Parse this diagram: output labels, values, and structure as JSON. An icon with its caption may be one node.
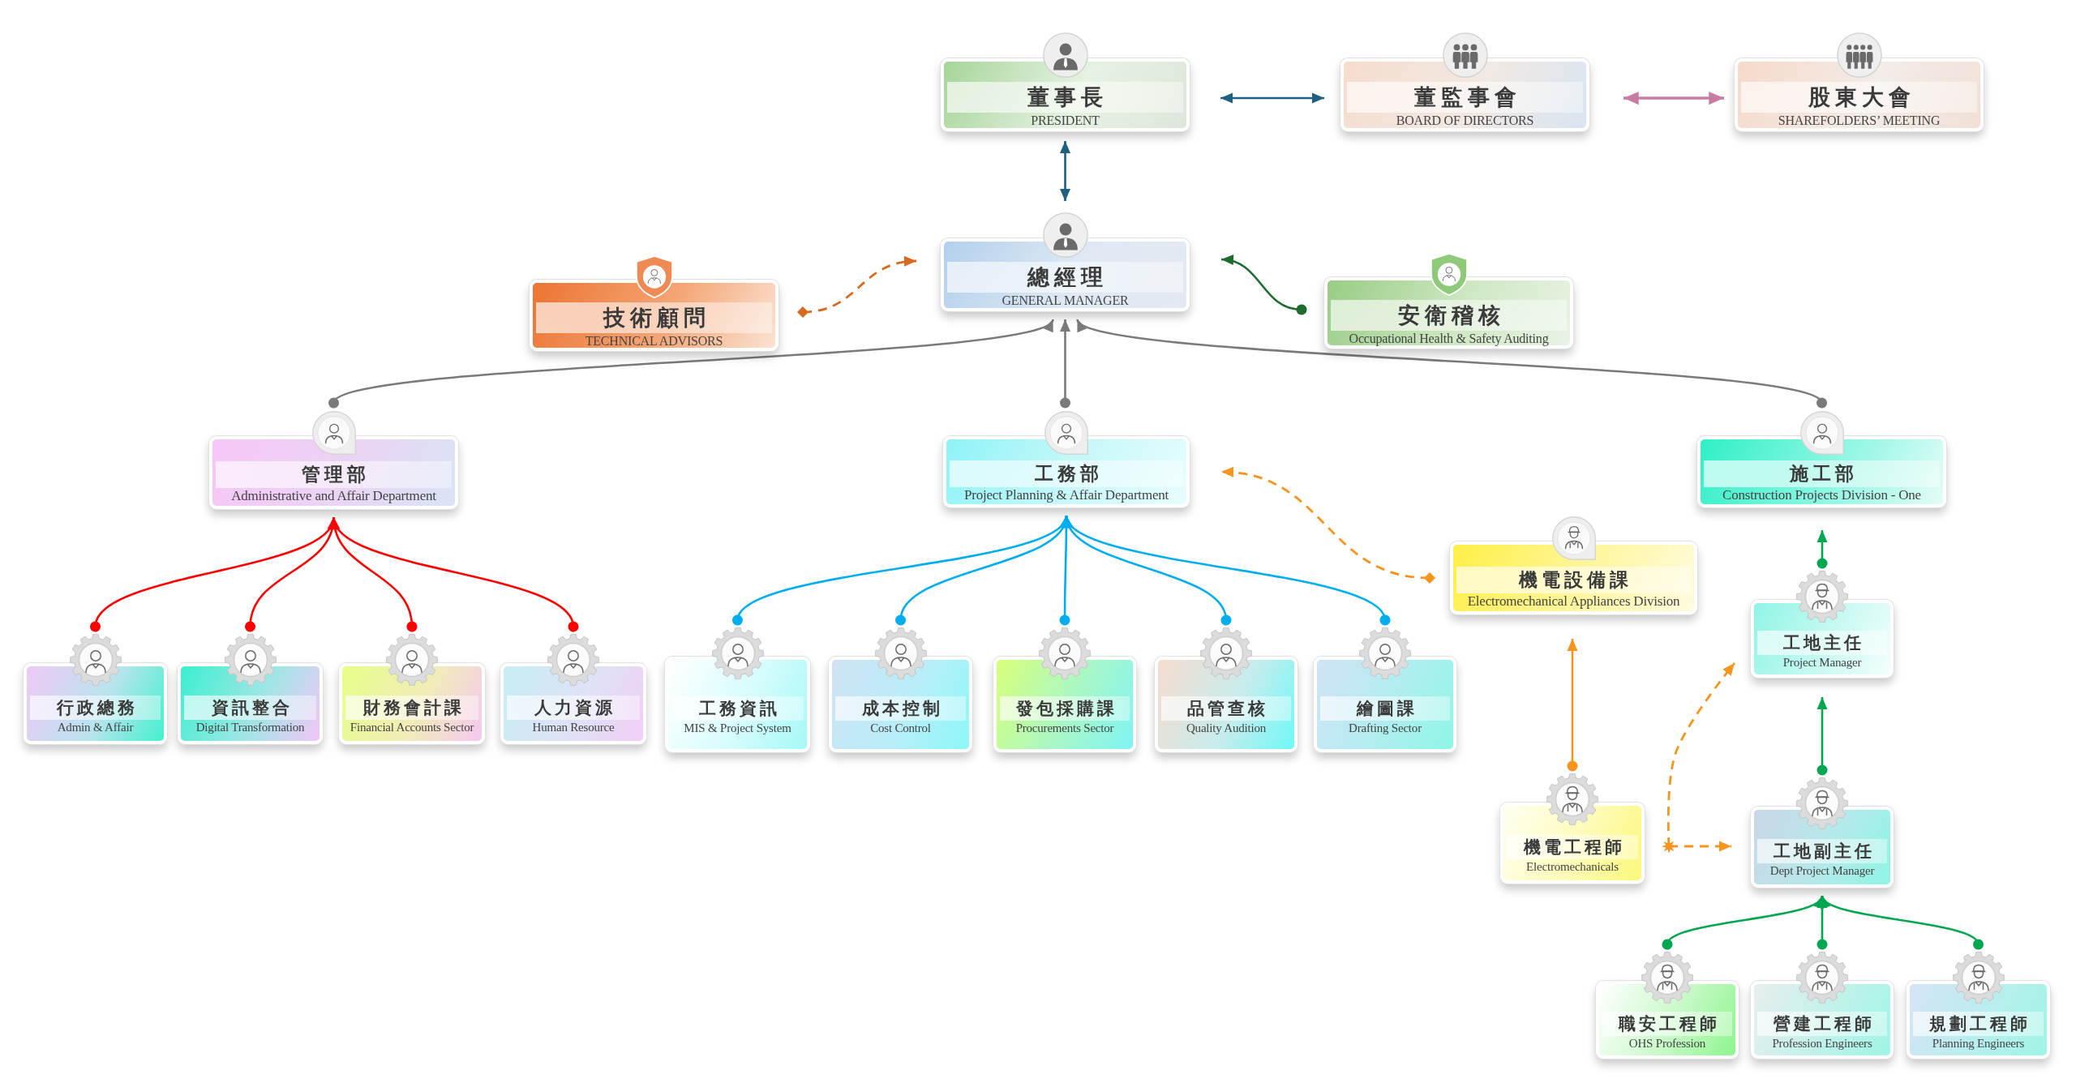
{
  "diagram": {
    "nodes": [
      {
        "text": [
          "董事長",
          "PRESIDENT"
        ]
      },
      {
        "text": [
          "董監事會",
          "BOARD OF DIRECTORS"
        ]
      },
      {
        "text": [
          "股東大會",
          "SHAREFOLDERS’ MEETING"
        ]
      },
      {
        "text": [
          "技術顧問",
          "TECHNICAL ADVISORS"
        ]
      },
      {
        "text": [
          "總經理",
          "GENERAL MANAGER"
        ]
      },
      {
        "text": [
          "安衛稽核",
          "Occupational Health & Safety Auditing"
        ]
      },
      {
        "text": [
          "管理部",
          "Administrative and Affair Department"
        ]
      },
      {
        "text": [
          "工務部",
          "Project Planning & Affair Department"
        ]
      },
      {
        "text": [
          "施工部",
          "Construction Projects Division - One"
        ]
      },
      {
        "text": [
          "機電設備課",
          "Electromechanical Appliances Division"
        ]
      },
      {
        "text": [
          "行政總務",
          "Admin & Affair"
        ]
      },
      {
        "text": [
          "資訊整合",
          "Digital Transformation"
        ]
      },
      {
        "text": [
          "財務會計課",
          "Financial Accounts Sector"
        ]
      },
      {
        "text": [
          "人力資源",
          "Human Resource"
        ]
      },
      {
        "text": [
          "工務資訊",
          "MIS & Project System"
        ]
      },
      {
        "text": [
          "成本控制",
          "Cost Control"
        ]
      },
      {
        "text": [
          "發包採購課",
          "Procurements Sector"
        ]
      },
      {
        "text": [
          "品管查核",
          "Quality Audition"
        ]
      },
      {
        "text": [
          "繪圖課",
          "Drafting Sector"
        ]
      },
      {
        "text": [
          "工地主任",
          "Project Manager"
        ]
      },
      {
        "text": [
          "機電工程師",
          "Electromechanicals"
        ]
      },
      {
        "text": [
          "工地副主任",
          "Dept Project Manager"
        ]
      },
      {
        "text": [
          "職安工程師",
          "OHS Profession"
        ]
      },
      {
        "text": [
          "營建工程師",
          "Profession Engineers"
        ]
      },
      {
        "text": [
          "規劃工程師",
          "Planning Engineers"
        ]
      }
    ],
    "edges": [
      {
        "from": 0,
        "to": 1,
        "arrow": "both",
        "color": "#1f5f7f"
      },
      {
        "from": 1,
        "to": 2,
        "arrow": "both",
        "color": "#c77da3"
      },
      {
        "from": 0,
        "to": 4,
        "arrow": "both",
        "color": "#1f5f7f"
      },
      {
        "from": 3,
        "to": 4,
        "arrow": "to",
        "style": "dashed",
        "color": "#d9691f"
      },
      {
        "from": 5,
        "to": 4,
        "arrow": "to",
        "color": "#1e6b30"
      },
      {
        "from": 6,
        "to": 4,
        "arrow": "to",
        "color": "#7a7a7a"
      },
      {
        "from": 7,
        "to": 4,
        "arrow": "to",
        "color": "#7a7a7a"
      },
      {
        "from": 8,
        "to": 4,
        "arrow": "to",
        "color": "#7a7a7a"
      },
      {
        "from": 10,
        "to": 6,
        "arrow": "to",
        "color": "#ff0000"
      },
      {
        "from": 11,
        "to": 6,
        "arrow": "to",
        "color": "#ff0000"
      },
      {
        "from": 12,
        "to": 6,
        "arrow": "to",
        "color": "#ff0000"
      },
      {
        "from": 13,
        "to": 6,
        "arrow": "to",
        "color": "#ff0000"
      },
      {
        "from": 14,
        "to": 7,
        "arrow": "to",
        "color": "#00aeef"
      },
      {
        "from": 15,
        "to": 7,
        "arrow": "to",
        "color": "#00aeef"
      },
      {
        "from": 16,
        "to": 7,
        "arrow": "to",
        "color": "#00aeef"
      },
      {
        "from": 17,
        "to": 7,
        "arrow": "to",
        "color": "#00aeef"
      },
      {
        "from": 18,
        "to": 7,
        "arrow": "to",
        "color": "#00aeef"
      },
      {
        "from": 9,
        "to": 7,
        "arrow": "to",
        "style": "dashed",
        "color": "#f7941d"
      },
      {
        "from": 20,
        "to": 9,
        "arrow": "to",
        "color": "#f7941d"
      },
      {
        "from": 20,
        "to": 19,
        "arrow": "to",
        "style": "dashed",
        "color": "#f7941d"
      },
      {
        "from": 20,
        "to": 21,
        "arrow": "to",
        "style": "dashed",
        "color": "#f7941d"
      },
      {
        "from": 21,
        "to": 19,
        "arrow": "to",
        "color": "#00a650"
      },
      {
        "from": 19,
        "to": 8,
        "arrow": "to",
        "color": "#00a650"
      },
      {
        "from": 22,
        "to": 21,
        "arrow": "to",
        "color": "#00a650"
      },
      {
        "from": 23,
        "to": 21,
        "arrow": "to",
        "color": "#00a650"
      },
      {
        "from": 24,
        "to": 21,
        "arrow": "to",
        "color": "#00a650"
      }
    ]
  }
}
